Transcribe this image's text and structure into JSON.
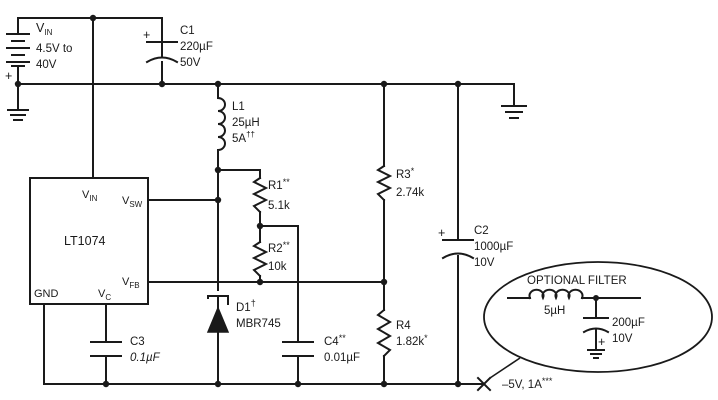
{
  "source": {
    "name": "V",
    "sub": "IN",
    "range_line1": "4.5V to",
    "range_line2": "40V",
    "plus": "+"
  },
  "c1": {
    "ref": "C1",
    "value": "220µF",
    "voltage": "50V",
    "plus": "+"
  },
  "l1": {
    "ref": "L1",
    "value": "25µH",
    "current": "5A",
    "note": "††"
  },
  "ic": {
    "part": "LT1074",
    "vin_main": "V",
    "vin_sub": "IN",
    "vsw_main": "V",
    "vsw_sub": "SW",
    "vfb_main": "V",
    "vfb_sub": "FB",
    "vc_main": "V",
    "vc_sub": "C",
    "gnd": "GND"
  },
  "d1": {
    "ref": "D1",
    "mark": "†",
    "part": "MBR745"
  },
  "r1": {
    "ref": "R1",
    "mark": "**",
    "value": "5.1k"
  },
  "r2": {
    "ref": "R2",
    "mark": "**",
    "value": "10k"
  },
  "r3": {
    "ref": "R3",
    "mark": "*",
    "value": "2.74k"
  },
  "r4": {
    "ref": "R4",
    "value": "1.82k",
    "mark": "*"
  },
  "c2": {
    "ref": "C2",
    "value": "1000µF",
    "voltage": "10V",
    "plus": "+"
  },
  "c3": {
    "ref": "C3",
    "value": "0.1µF"
  },
  "c4": {
    "ref": "C4",
    "mark": "**",
    "value": "0.01µF"
  },
  "filter": {
    "title": "OPTIONAL FILTER",
    "inductor": "5µH",
    "cap_value": "200µF",
    "cap_voltage": "10V",
    "plus": "+"
  },
  "output": {
    "label": "–5V, 1A",
    "mark": "***"
  }
}
